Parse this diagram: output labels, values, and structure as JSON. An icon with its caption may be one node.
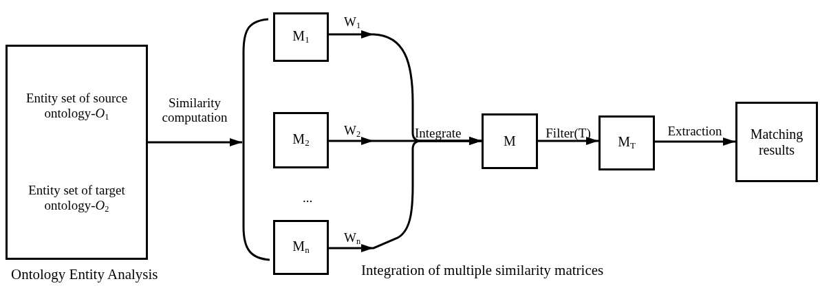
{
  "diagram": {
    "nodes": [
      {
        "text": [
          "Entity set of source ontology-*O*$_{1}$",
          "Entity set of target ontology-*O*$_{2}$"
        ],
        "beside": [
          "Ontology Entity Analysis"
        ]
      },
      {
        "text": [],
        "shape": "bracket"
      },
      {
        "text": [
          "M$_{1}$"
        ]
      },
      {
        "text": [
          "M$_{2}$"
        ]
      },
      {
        "text": [
          "M$_{n}$"
        ]
      },
      {
        "text": [
          "M"
        ]
      },
      {
        "text": [
          "M$_{T}$"
        ]
      },
      {
        "text": [
          "Matching results"
        ]
      }
    ],
    "edges": [
      {
        "from": 0,
        "to": 1,
        "arrow": "to",
        "label": "Similarity computation"
      },
      {
        "from": 2,
        "to": 5,
        "arrow": "to",
        "label": "W$_{1}$"
      },
      {
        "from": 3,
        "to": 5,
        "arrow": "to",
        "label": "W$_{2}$"
      },
      {
        "from": 4,
        "to": 5,
        "arrow": "to",
        "label": "W$_{n}$"
      },
      {
        "from": 5,
        "to": 6,
        "arrow": "to",
        "label": "Filter(T)"
      },
      {
        "from": 6,
        "to": 7,
        "arrow": "to",
        "label": "Extraction"
      }
    ],
    "labels": [
      "Integrate",
      "...",
      "Integration of multiple similarity matrices"
    ]
  }
}
